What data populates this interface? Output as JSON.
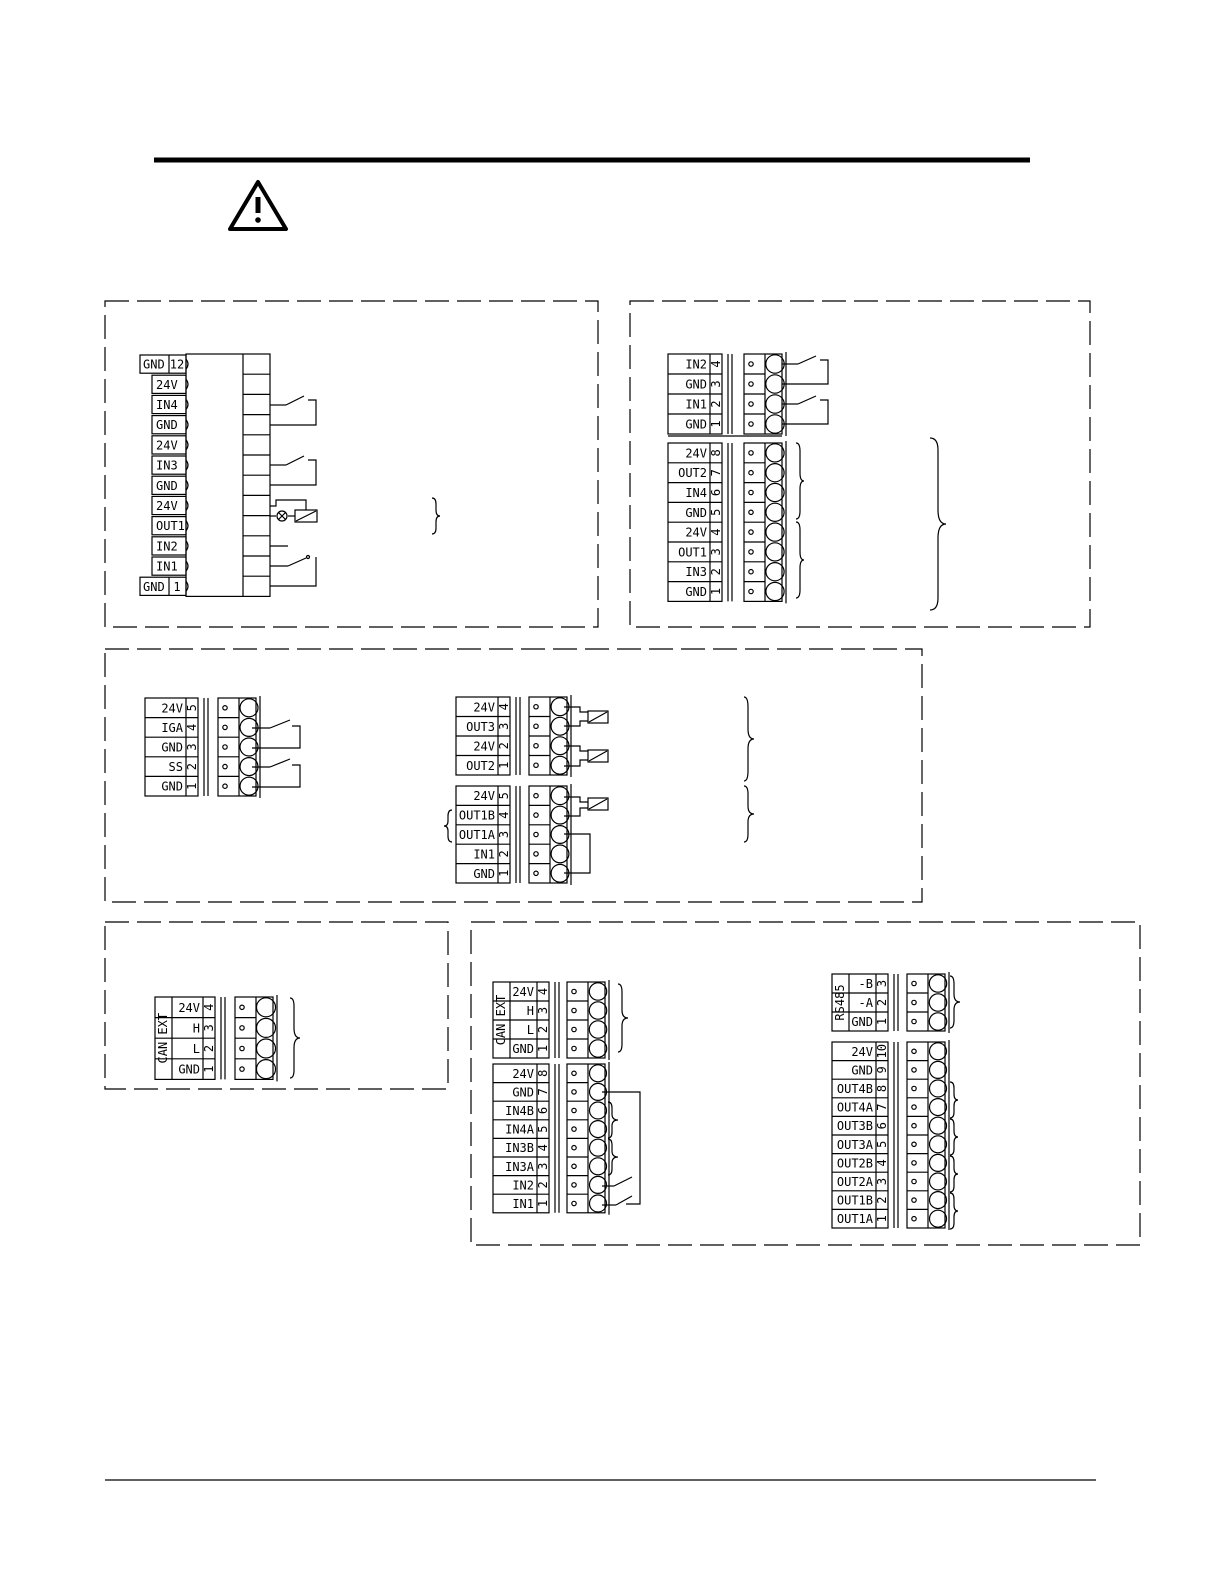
{
  "header": {
    "warning_icon": "warning-triangle-icon"
  },
  "panel_a": {
    "name": "panel-a-terminal-strip",
    "labels": [
      "GND",
      "24V",
      "IN4",
      "GND",
      "24V",
      "IN3",
      "GND",
      "24V",
      "OUT1",
      "IN2",
      "IN1",
      "GND"
    ],
    "numbers": [
      "12",
      "",
      "",
      "",
      "",
      "",
      "",
      "",
      "",
      "",
      "",
      "1"
    ]
  },
  "panel_b": {
    "top": {
      "labels": [
        "IN2",
        "GND",
        "IN1",
        "GND"
      ],
      "numbers": [
        "4",
        "3",
        "2",
        "1"
      ]
    },
    "bottom": {
      "labels": [
        "24V",
        "OUT2",
        "IN4",
        "GND",
        "24V",
        "OUT1",
        "IN3",
        "GND"
      ],
      "numbers": [
        "8",
        "7",
        "6",
        "5",
        "4",
        "3",
        "2",
        "1"
      ]
    }
  },
  "panel_c": {
    "left": {
      "labels": [
        "24V",
        "IGA",
        "GND",
        "SS",
        "GND"
      ],
      "numbers": [
        "5",
        "4",
        "3",
        "2",
        "1"
      ]
    },
    "right_top": {
      "labels": [
        "24V",
        "OUT3",
        "24V",
        "OUT2"
      ],
      "numbers": [
        "4",
        "3",
        "2",
        "1"
      ]
    },
    "right_bottom": {
      "labels": [
        "24V",
        "OUT1B",
        "OUT1A",
        "IN1",
        "GND"
      ],
      "numbers": [
        "5",
        "4",
        "3",
        "2",
        "1"
      ]
    }
  },
  "panel_d": {
    "side_label": "CAN EXT",
    "labels": [
      "24V",
      "H",
      "L",
      "GND"
    ],
    "numbers": [
      "4",
      "3",
      "2",
      "1"
    ]
  },
  "panel_e": {
    "can": {
      "side_label": "CAN EXT",
      "labels": [
        "24V",
        "H",
        "L",
        "GND"
      ],
      "numbers": [
        "4",
        "3",
        "2",
        "1"
      ]
    },
    "inputs": {
      "labels": [
        "24V",
        "GND",
        "IN4B",
        "IN4A",
        "IN3B",
        "IN3A",
        "IN2",
        "IN1"
      ],
      "numbers": [
        "8",
        "7",
        "6",
        "5",
        "4",
        "3",
        "2",
        "1"
      ]
    },
    "rs485": {
      "side_label": "RS485",
      "labels": [
        "-B",
        "-A",
        "GND"
      ],
      "numbers": [
        "3",
        "2",
        "1"
      ]
    },
    "outputs": {
      "labels": [
        "24V",
        "GND",
        "OUT4B",
        "OUT4A",
        "OUT3B",
        "OUT3A",
        "OUT2B",
        "OUT2A",
        "OUT1B",
        "OUT1A"
      ],
      "numbers": [
        "10",
        "9",
        "8",
        "7",
        "6",
        "5",
        "4",
        "3",
        "2",
        "1"
      ]
    }
  }
}
